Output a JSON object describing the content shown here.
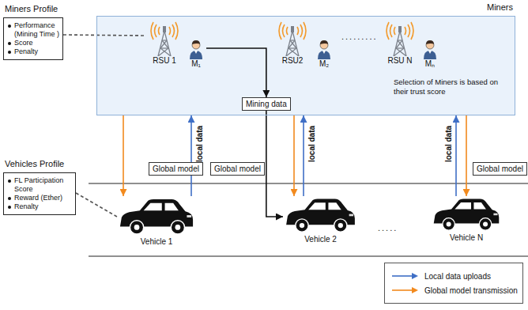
{
  "diagram": {
    "nodes": [
      {
        "text": [
          "Miners Profile",
          "Performance (Mining Time )",
          "Score",
          "Penalty"
        ]
      },
      {
        "text": [
          "Miners"
        ]
      },
      {
        "text": [
          "RSU 1"
        ],
        "in": 1
      },
      {
        "text": [
          "M₁"
        ],
        "in": 1
      },
      {
        "text": [
          "RSU2"
        ],
        "in": 1
      },
      {
        "text": [
          "M₂"
        ],
        "in": 1
      },
      {
        "text": [
          "RSU N"
        ],
        "in": 1
      },
      {
        "text": [
          "Mₙ"
        ],
        "in": 1
      },
      {
        "text": [
          "Mining data"
        ],
        "in": 1
      },
      {
        "text": [
          "Vehicles Profile",
          "FL Participation Score",
          "Reward (Ether)",
          "Renalty"
        ]
      },
      {
        "text": [
          "Global model"
        ]
      },
      {
        "text": [
          "Global model"
        ]
      },
      {
        "text": [
          "Global model"
        ]
      },
      {
        "text": [
          "Vehicle 1"
        ]
      },
      {
        "text": [
          "Vehicle 2"
        ]
      },
      {
        "text": [
          "Vehicle N"
        ]
      }
    ],
    "edges": [
      {
        "from": 0,
        "to": 2,
        "arrow": "none"
      },
      {
        "from": 3,
        "to": 8,
        "arrow": "to"
      },
      {
        "from": 8,
        "to": 14,
        "arrow": "to"
      },
      {
        "from": 1,
        "to": 13,
        "arrow": "to"
      },
      {
        "from": 13,
        "to": 1,
        "label": "local data",
        "arrow": "to"
      },
      {
        "from": 1,
        "to": 14,
        "arrow": "to"
      },
      {
        "from": 14,
        "to": 1,
        "label": "local data",
        "arrow": "to"
      },
      {
        "from": 15,
        "to": 1,
        "label": "local data",
        "arrow": "to"
      },
      {
        "from": 1,
        "to": 15,
        "arrow": "to"
      },
      {
        "from": 9,
        "to": 13,
        "arrow": "none"
      }
    ],
    "labels": [
      ".........",
      ".....",
      "Selection of Miners is based on their trust score"
    ],
    "legend": [
      {
        "text": "Local data uploads"
      },
      {
        "text": "Global model transmission"
      }
    ]
  }
}
